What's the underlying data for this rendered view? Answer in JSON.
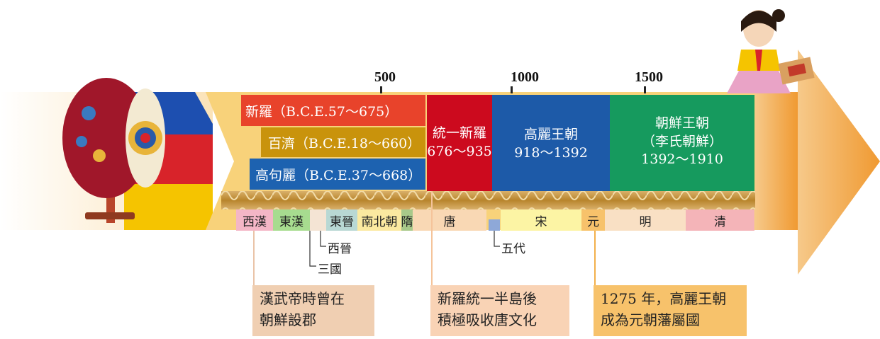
{
  "ticks": [
    "500",
    "1000",
    "1500"
  ],
  "korea": {
    "silla": "新羅（B.C.E.57～675）",
    "baekje": "百濟（B.C.E.18～660）",
    "goguryeo": "高句麗（B.C.E.37～668）",
    "unified_silla": [
      "統一新羅",
      "676～935"
    ],
    "goryeo": [
      "高麗王朝",
      "918～1392"
    ],
    "joseon": [
      "朝鮮王朝",
      "（李氏朝鮮）",
      "1392～1910"
    ]
  },
  "dynasties": {
    "western_han": "西漢",
    "eastern_han": "東漢",
    "eastern_jin": "東晉",
    "north_south": "南北朝",
    "sui": "隋",
    "tang": "唐",
    "song": "宋",
    "yuan": "元",
    "ming": "明",
    "qing": "清",
    "western_jin": "西晉",
    "three_kingdoms": "三國",
    "five_dynasties": "五代"
  },
  "callouts": [
    [
      "漢武帝時曾在",
      "朝鮮設郡"
    ],
    [
      "新羅統一半島後",
      "積極吸收唐文化"
    ],
    [
      "1275 年，高麗王朝",
      "成為元朝藩屬國"
    ]
  ],
  "colors": {
    "silla": "#e8432b",
    "baekje": "#c9930c",
    "goguryeo": "#1d62b0",
    "unified_silla": "#cc0a1e",
    "goryeo": "#1d5aa8",
    "joseon": "#169a5e",
    "arrow": "#f0a046",
    "callout_1": "#f0cfb2",
    "callout_2": "#f9d3b5",
    "callout_3": "#f7c26b"
  }
}
